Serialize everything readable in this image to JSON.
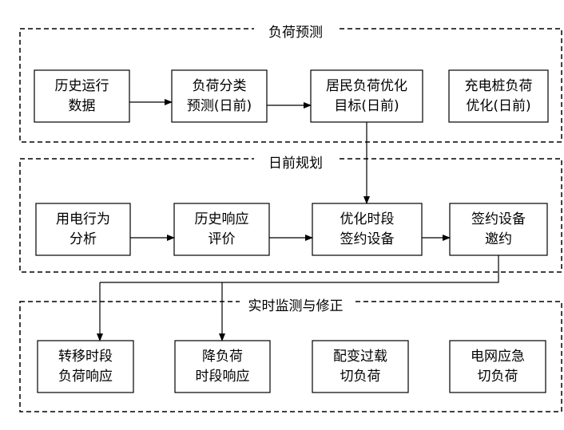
{
  "sections": {
    "s1": {
      "title": "负荷预测"
    },
    "s2": {
      "title": "日前规划"
    },
    "s3": {
      "title": "实时监测与修正"
    }
  },
  "boxes": {
    "b1_1": {
      "line1": "历史运行",
      "line2": "数据"
    },
    "b1_2": {
      "line1": "负荷分类",
      "line2": "预测(日前)"
    },
    "b1_3": {
      "line1": "居民负荷优化",
      "line2": "目标(日前)"
    },
    "b1_4": {
      "line1": "充电桩负荷",
      "line2": "优化(日前)"
    },
    "b2_1": {
      "line1": "用电行为",
      "line2": "分析"
    },
    "b2_2": {
      "line1": "历史响应",
      "line2": "评价"
    },
    "b2_3": {
      "line1": "优化时段",
      "line2": "签约设备"
    },
    "b2_4": {
      "line1": "签约设备",
      "line2": "邀约"
    },
    "b3_1": {
      "line1": "转移时段",
      "line2": "负荷响应"
    },
    "b3_2": {
      "line1": "降负荷",
      "line2": "时段响应"
    },
    "b3_3": {
      "line1": "配变过载",
      "line2": "切负荷"
    },
    "b3_4": {
      "line1": "电网应急",
      "line2": "切负荷"
    }
  }
}
